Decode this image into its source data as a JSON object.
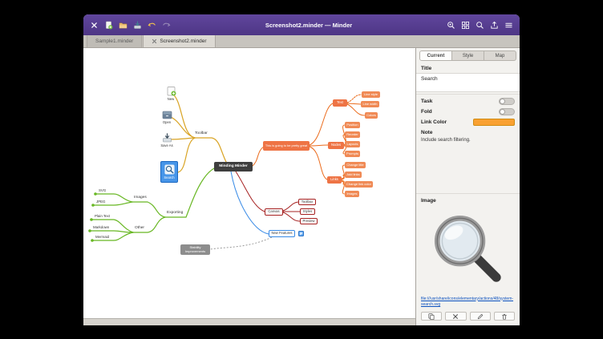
{
  "window": {
    "title": "Screenshot2.minder — Minder"
  },
  "header": {
    "icons_left": [
      "close-window",
      "new-document",
      "open-folder",
      "save",
      "undo",
      "redo"
    ],
    "icons_right": [
      "zoom",
      "map-overview",
      "search",
      "export",
      "menu"
    ]
  },
  "tabs": [
    {
      "label": "Sample1.minder"
    },
    {
      "label": "Screenshot2.minder"
    }
  ],
  "sidebar": {
    "tabs": [
      "Current",
      "Style",
      "Map"
    ],
    "title_label": "Title",
    "title_value": "Search",
    "task_label": "Task",
    "fold_label": "Fold",
    "link_color_label": "Link Color",
    "link_color": "#f9a132",
    "note_label": "Note",
    "note_value": "Include search filtering.",
    "image_label": "Image",
    "image_link": "file:///usr/share/icons/elementary/actions/48/system-search.svg"
  },
  "mindmap": {
    "center": "Minding Minder",
    "tagline": "This is going to be pretty great",
    "toolbar": {
      "label": "Toolbar",
      "items": [
        "New",
        "Open",
        "Save As",
        "Search"
      ]
    },
    "text_branch": {
      "label": "Text",
      "children": [
        "Line style",
        "Line width",
        "Colors"
      ]
    },
    "nodes_branch": {
      "label": "Nodes",
      "children": [
        "Position",
        "Reorder",
        "Layouts",
        "Prompts"
      ]
    },
    "links_branch": {
      "label": "Links",
      "children": [
        "Change title",
        "Add links",
        "Change link color",
        "Images"
      ]
    },
    "canvas_branch": {
      "label": "Canvas",
      "children": [
        "Toolbox",
        "Styles",
        "Preview"
      ]
    },
    "new_features": "New Features",
    "exporting": {
      "label": "Exporting",
      "groups": [
        {
          "label": "Images",
          "children": [
            "SVG",
            "JPEG"
          ]
        },
        {
          "label": "Other",
          "children": [
            "Plain Text",
            "Markdown",
            "Mermaid"
          ]
        }
      ]
    },
    "stability": "Stability Improvements"
  }
}
